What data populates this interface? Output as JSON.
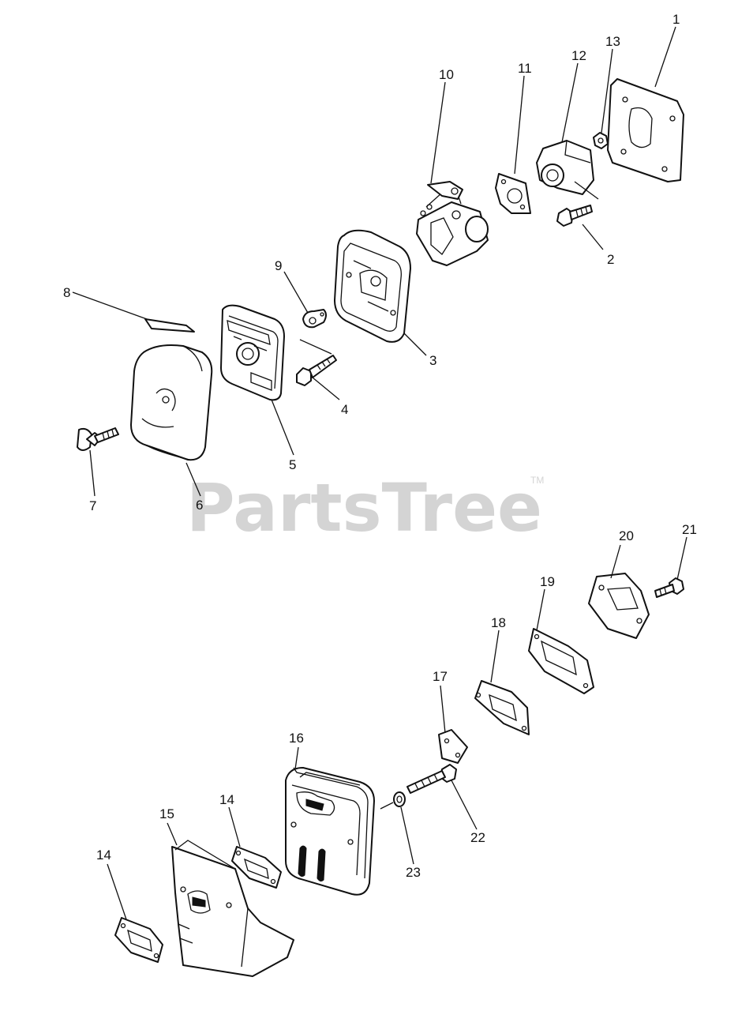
{
  "watermark": {
    "text": "PartsTree",
    "trademark": "TM"
  },
  "callouts": [
    "1",
    "2",
    "3",
    "4",
    "5",
    "6",
    "7",
    "8",
    "9",
    "10",
    "11",
    "12",
    "13",
    "14",
    "14",
    "15",
    "16",
    "17",
    "18",
    "19",
    "20",
    "21",
    "22",
    "23"
  ]
}
